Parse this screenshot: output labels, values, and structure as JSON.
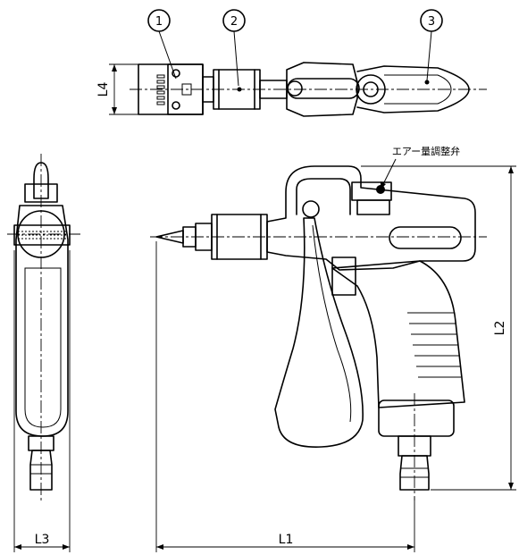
{
  "parts": {
    "p1": "1",
    "p2": "2",
    "p3": "3"
  },
  "dimensions": {
    "l1": "L1",
    "l2": "L2",
    "l3": "L3",
    "l4": "L4"
  },
  "annotation": {
    "air_valve": "エアー量調整弁"
  },
  "colors": {
    "line": "#000000",
    "background": "#ffffff"
  }
}
